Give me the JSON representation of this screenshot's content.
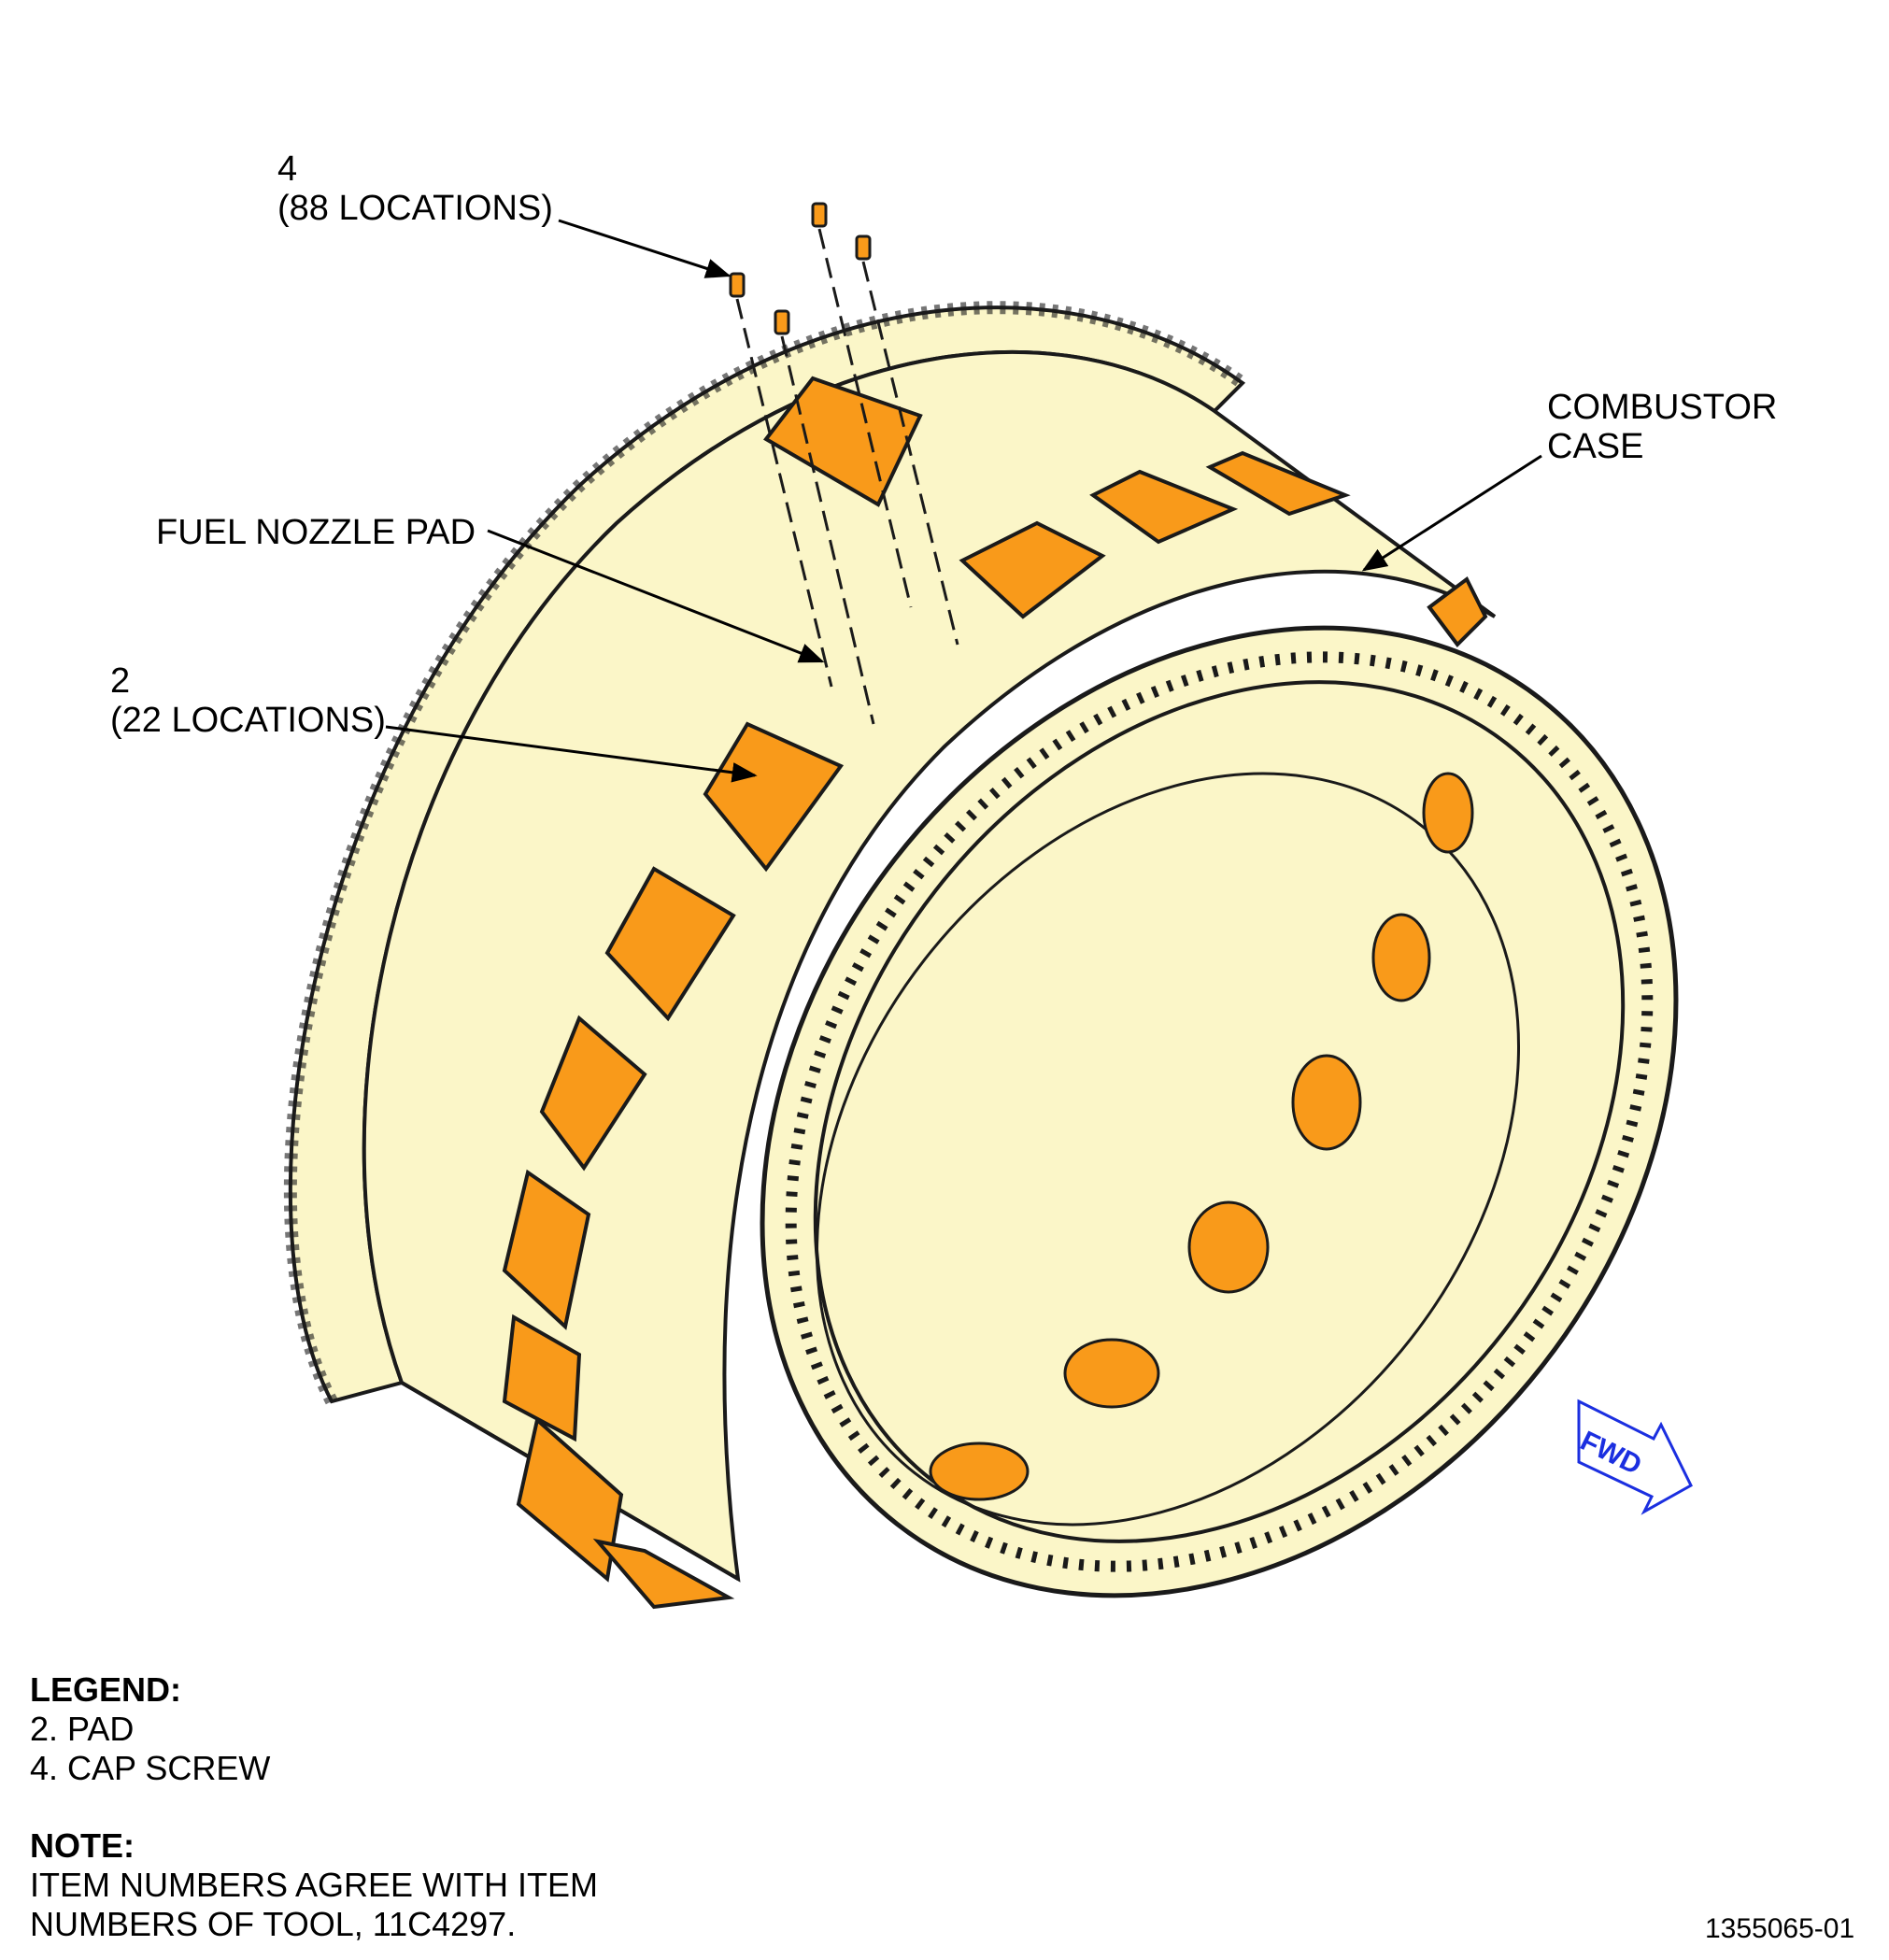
{
  "callouts": {
    "screw_item": "4",
    "screw_count": "(88 LOCATIONS)",
    "fuel_nozzle_pad": "FUEL NOZZLE PAD",
    "pad_item": "2",
    "pad_count": "(22 LOCATIONS)",
    "combustor_line1": "COMBUSTOR",
    "combustor_line2": "CASE"
  },
  "fwd_label": "FWD",
  "legend": {
    "title": "LEGEND:",
    "items": [
      "2. PAD",
      "4. CAP SCREW"
    ]
  },
  "note": {
    "title": "NOTE:",
    "lines": [
      "ITEM NUMBERS AGREE WITH ITEM",
      "NUMBERS OF TOOL, 11C4297."
    ]
  },
  "figure_id": "1355065-01",
  "colors": {
    "case_fill": "#fbf6c8",
    "pad_fill": "#f99a1a",
    "outline": "#1a1a1a",
    "fwd_arrow": "#1b2fe0"
  }
}
